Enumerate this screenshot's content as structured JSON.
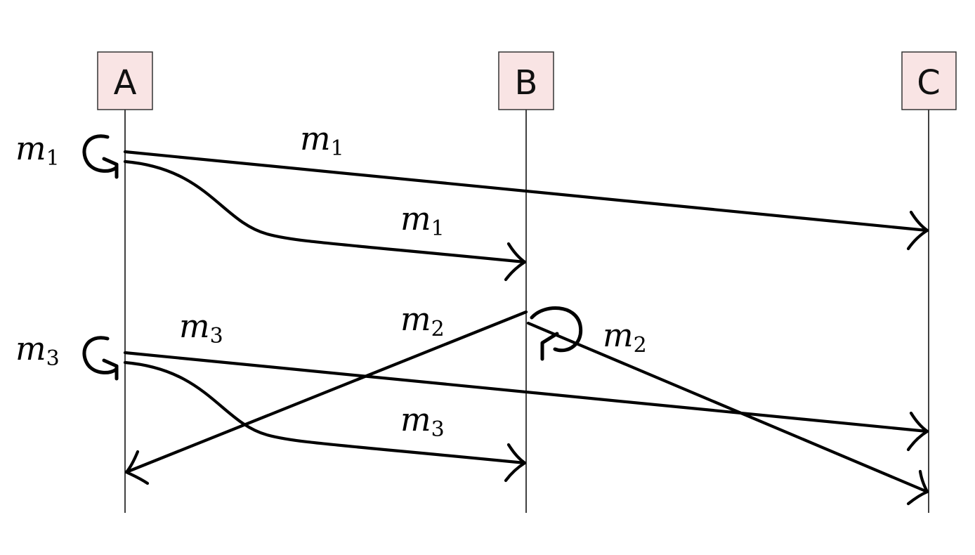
{
  "processes": [
    {
      "label": "A"
    },
    {
      "label": "B"
    },
    {
      "label": "C"
    }
  ],
  "labels": {
    "broadcast_m1": {
      "base": "m",
      "sub": "1"
    },
    "a_to_c_m1": {
      "base": "m",
      "sub": "1"
    },
    "a_to_b_m1": {
      "base": "m",
      "sub": "1"
    },
    "broadcast_m3": {
      "base": "m",
      "sub": "3"
    },
    "a_to_c_m3": {
      "base": "m",
      "sub": "3"
    },
    "b_to_a_m2": {
      "base": "m",
      "sub": "2"
    },
    "broadcast_m2": {
      "base": "m",
      "sub": "2"
    },
    "a_to_b_m3": {
      "base": "m",
      "sub": "3"
    }
  }
}
